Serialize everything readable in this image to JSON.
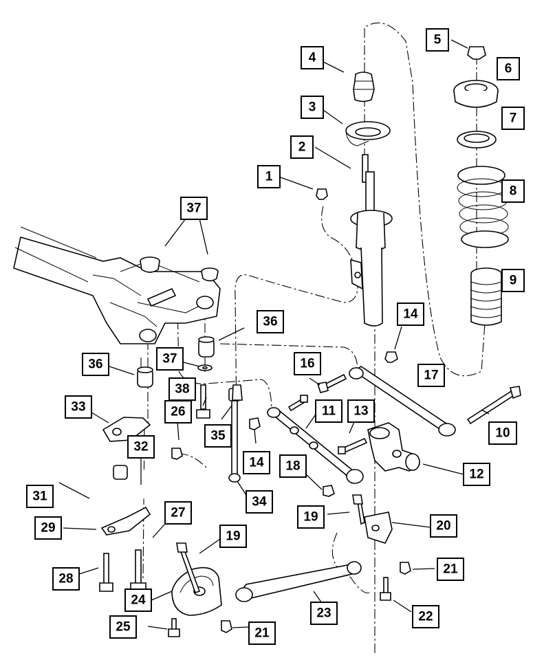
{
  "callouts": [
    {
      "id": "c1",
      "label": "1"
    },
    {
      "id": "c2",
      "label": "2"
    },
    {
      "id": "c3",
      "label": "3"
    },
    {
      "id": "c4",
      "label": "4"
    },
    {
      "id": "c5",
      "label": "5"
    },
    {
      "id": "c6",
      "label": "6"
    },
    {
      "id": "c7",
      "label": "7"
    },
    {
      "id": "c8",
      "label": "8"
    },
    {
      "id": "c9",
      "label": "9"
    },
    {
      "id": "c10",
      "label": "10"
    },
    {
      "id": "c11",
      "label": "11"
    },
    {
      "id": "c12",
      "label": "12"
    },
    {
      "id": "c13",
      "label": "13"
    },
    {
      "id": "c14a",
      "label": "14"
    },
    {
      "id": "c14b",
      "label": "14"
    },
    {
      "id": "c16",
      "label": "16"
    },
    {
      "id": "c17",
      "label": "17"
    },
    {
      "id": "c18",
      "label": "18"
    },
    {
      "id": "c19a",
      "label": "19"
    },
    {
      "id": "c19b",
      "label": "19"
    },
    {
      "id": "c20",
      "label": "20"
    },
    {
      "id": "c21a",
      "label": "21"
    },
    {
      "id": "c21b",
      "label": "21"
    },
    {
      "id": "c22",
      "label": "22"
    },
    {
      "id": "c23",
      "label": "23"
    },
    {
      "id": "c24",
      "label": "24"
    },
    {
      "id": "c25",
      "label": "25"
    },
    {
      "id": "c26",
      "label": "26"
    },
    {
      "id": "c27",
      "label": "27"
    },
    {
      "id": "c28",
      "label": "28"
    },
    {
      "id": "c29",
      "label": "29"
    },
    {
      "id": "c31",
      "label": "31"
    },
    {
      "id": "c32",
      "label": "32"
    },
    {
      "id": "c33",
      "label": "33"
    },
    {
      "id": "c34",
      "label": "34"
    },
    {
      "id": "c35",
      "label": "35"
    },
    {
      "id": "c36a",
      "label": "36"
    },
    {
      "id": "c36b",
      "label": "36"
    },
    {
      "id": "c37a",
      "label": "37"
    },
    {
      "id": "c37b",
      "label": "37"
    },
    {
      "id": "c38",
      "label": "38"
    }
  ]
}
